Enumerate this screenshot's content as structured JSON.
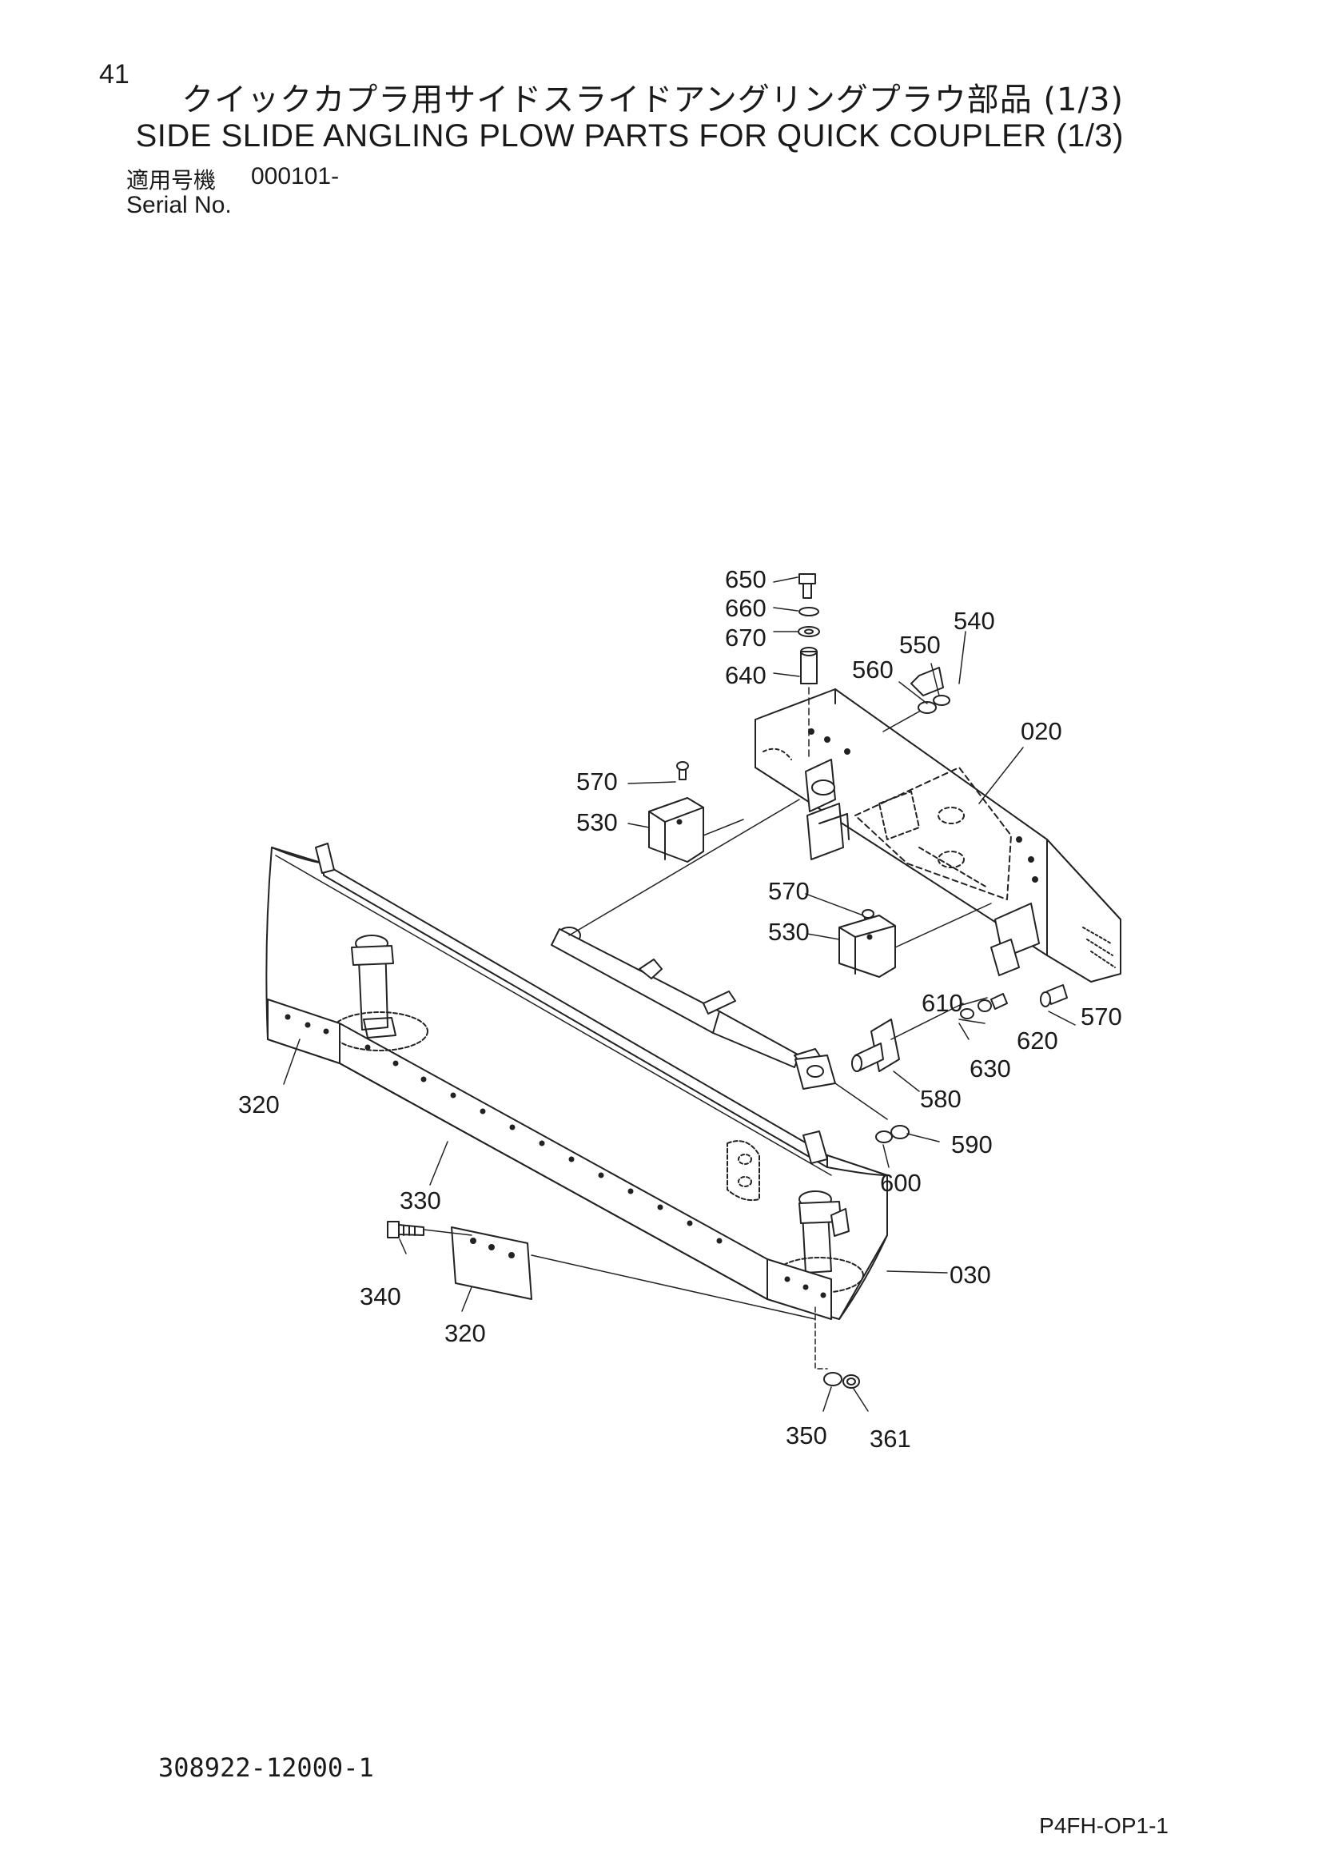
{
  "page": {
    "number": "41",
    "title_jp": "クイックカプラ用サイドスライドアングリングプラウ部品 (1/3)",
    "title_en": "SIDE SLIDE ANGLING PLOW PARTS FOR QUICK COUPLER (1/3)",
    "serial_label_jp": "適用号機",
    "serial_value": "000101-",
    "serial_label_en": "Serial No.",
    "drawing_number": "308922-12000-1",
    "page_code": "P4FH-OP1-1"
  },
  "diagram": {
    "callouts": {
      "c650": "650",
      "c660": "660",
      "c670": "670",
      "c640": "640",
      "c540": "540",
      "c550": "550",
      "c560": "560",
      "c020": "020",
      "c570a": "570",
      "c530a": "530",
      "c570b": "570",
      "c530b": "530",
      "c610": "610",
      "c570c": "570",
      "c620": "620",
      "c630": "630",
      "c580": "580",
      "c590": "590",
      "c600": "600",
      "c320a": "320",
      "c330": "330",
      "c340": "340",
      "c320b": "320",
      "c030": "030",
      "c350": "350",
      "c361": "361"
    }
  }
}
